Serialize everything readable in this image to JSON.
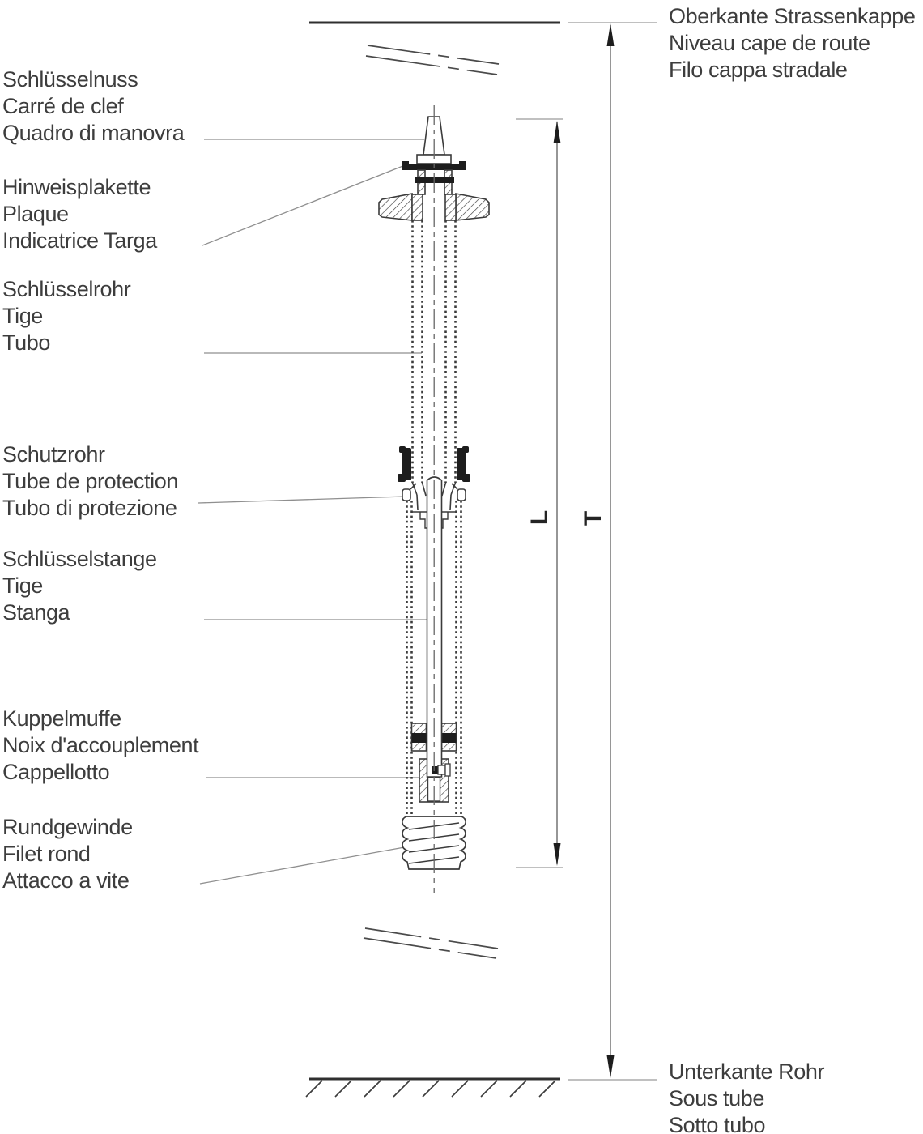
{
  "colors": {
    "line": "#3b3b3b",
    "ground_line": "#2f2f2f",
    "light_line": "#8f8f8f",
    "dimension_line": "#6a6a6a",
    "black_fill": "#1d1d1d",
    "text": "#3d3d3d",
    "background": "#ffffff"
  },
  "part_labels": [
    {
      "id": "schluesselnuss",
      "lines": [
        "Schlüsselnuss",
        "Carré de clef",
        "Quadro di manovra"
      ]
    },
    {
      "id": "hinweisplakette",
      "lines": [
        "Hinweisplakette",
        "Plaque",
        "Indicatrice Targa"
      ]
    },
    {
      "id": "schluesselrohr",
      "lines": [
        "Schlüsselrohr",
        "Tige",
        "Tubo"
      ]
    },
    {
      "id": "schutzrohr",
      "lines": [
        "Schutzrohr",
        "Tube de protection",
        "Tubo di protezione"
      ]
    },
    {
      "id": "schluesselstange",
      "lines": [
        "Schlüsselstange",
        "Tige",
        "Stanga"
      ]
    },
    {
      "id": "kuppelmuffe",
      "lines": [
        "Kuppelmuffe",
        "Noix d'accouplement",
        "Cappellotto"
      ]
    },
    {
      "id": "rundgewinde",
      "lines": [
        "Rundgewinde",
        "Filet rond",
        "Attacco a vite"
      ]
    }
  ],
  "level_labels": {
    "top": {
      "lines": [
        "Oberkante Strassenkappe",
        "Niveau cape de route",
        "Filo cappa stradale"
      ]
    },
    "bottom": {
      "lines": [
        "Unterkante Rohr",
        "Sous tube",
        "Sotto tubo"
      ]
    }
  },
  "dimensions": {
    "l": "L",
    "t": "T"
  }
}
